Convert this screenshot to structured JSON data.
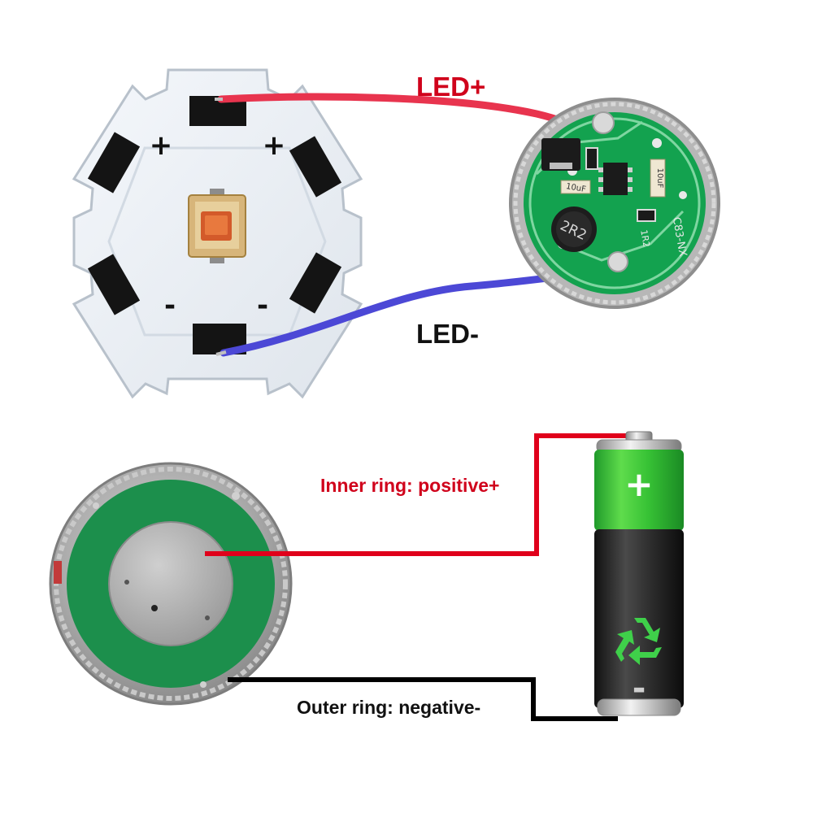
{
  "labels": {
    "led_plus": "LED+",
    "led_minus": "LED-",
    "inner_ring": "Inner ring: positive+",
    "outer_ring": "Outer ring: negative-"
  },
  "led_board": {
    "plus_marks": [
      "+",
      "+"
    ],
    "minus_marks": [
      "-",
      "-"
    ]
  },
  "driver_board": {
    "inductor_text": "2R2",
    "cap_text_a": "10uF",
    "cap_text_b": "10uF",
    "side_text": "C83-NX",
    "sense_text": "1R2"
  },
  "battery": {
    "plus_symbol": "+",
    "minus_symbol": "-",
    "recycle_icon": "recycle-icon"
  },
  "colors": {
    "positive_wire": "#e8344e",
    "negative_wire": "#4c48d6",
    "label_red": "#d0021b",
    "label_black": "#111111",
    "pcb_green": "#13a24f",
    "battery_green": "#2fbf38",
    "battery_dark": "#2a2a2a",
    "circuit_red": "#e0001b",
    "circuit_black": "#000000"
  }
}
